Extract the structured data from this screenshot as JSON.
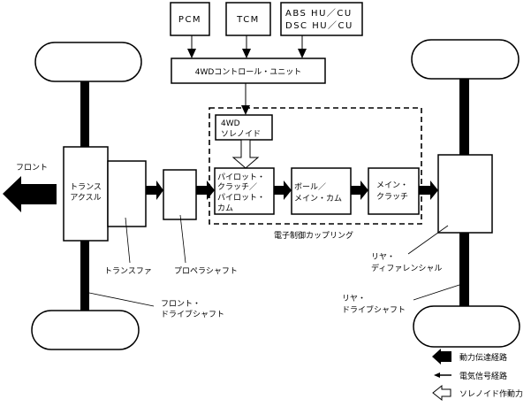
{
  "title": "4WD System Power Flow Diagram",
  "inputs": {
    "pcm": "PCM",
    "tcm": "TCM",
    "abs_line1": "ABS HU／CU",
    "abs_line2": "DSC HU／CU"
  },
  "control_unit": "4WDコントロール・ユニット",
  "solenoid": {
    "line1": "4WD",
    "line2": "ソレノイド"
  },
  "coupling": {
    "label": "電子制御カップリング",
    "pilot_clutch": [
      "パイロット・",
      "クラッチ／",
      "パイロット・",
      "カム"
    ],
    "ball_cam": [
      "ボール／",
      "メイン・カム"
    ],
    "main_clutch": [
      "メイン・",
      "クラッチ"
    ]
  },
  "front_label": "フロント",
  "transaxle": [
    "トランス",
    "アクスル"
  ],
  "callouts": {
    "transfer": "トランスファ",
    "propeller_shaft": "プロペラシャフト",
    "front_drive_shaft": [
      "フロント・",
      "ドライブシャフト"
    ],
    "rear_differential": [
      "リヤ・",
      "ディファレンシャル"
    ],
    "rear_drive_shaft": [
      "リヤ・",
      "ドライブシャフト"
    ]
  },
  "legend": [
    {
      "icon": "power-transmission-arrow-icon",
      "label": "動力伝達経路"
    },
    {
      "icon": "electric-signal-arrow-icon",
      "label": "電気信号経路"
    },
    {
      "icon": "solenoid-force-arrow-icon",
      "label": "ソレノイド作動力"
    }
  ]
}
